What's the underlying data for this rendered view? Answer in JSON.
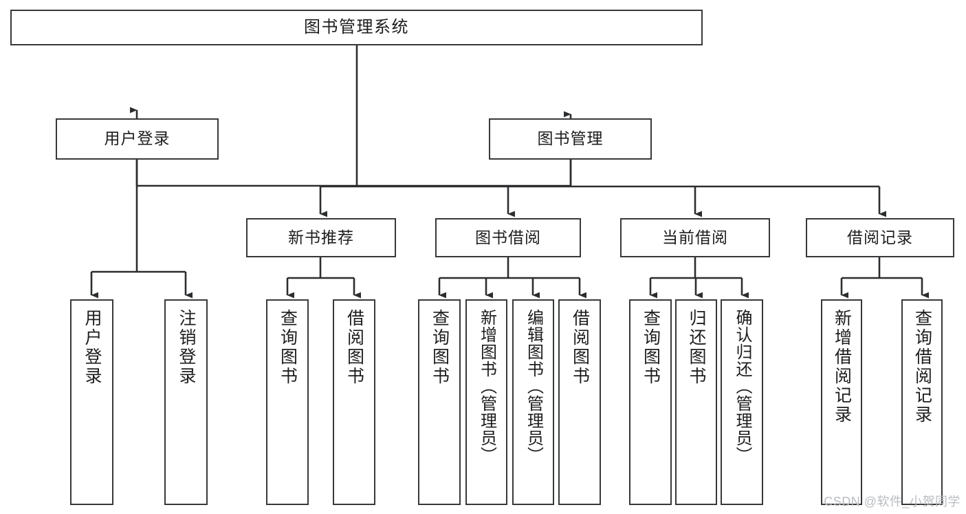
{
  "diagram": {
    "type": "tree-hierarchy-chart",
    "title": "图书管理系统",
    "orientation": "top-down",
    "box_stroke_color": "#36383a",
    "box_fill_color": "#ffffff",
    "edge_color": "#2b2d2f",
    "background_color": "#ffffff"
  },
  "nodes": {
    "root": {
      "label": "图书管理系统",
      "level": 1
    },
    "level2": [
      {
        "id": "user-login",
        "label": "用户登录"
      },
      {
        "id": "book-manage",
        "label": "图书管理"
      }
    ],
    "level3": [
      {
        "id": "new-book-recommend",
        "label": "新书推荐",
        "parent": "book-manage"
      },
      {
        "id": "book-borrow",
        "label": "图书借阅",
        "parent": "book-manage"
      },
      {
        "id": "current-borrow",
        "label": "当前借阅",
        "parent": "book-manage"
      },
      {
        "id": "borrow-record",
        "label": "借阅记录",
        "parent": "book-manage"
      }
    ],
    "leaves": {
      "user-login": [
        {
          "id": "leaf-user-login",
          "label": "用户登录"
        },
        {
          "id": "leaf-user-logout",
          "label": "注销登录"
        }
      ],
      "new-book-recommend": [
        {
          "id": "leaf-query-book-1",
          "label": "查询图书"
        },
        {
          "id": "leaf-borrow-book-1",
          "label": "借阅图书"
        }
      ],
      "book-borrow": [
        {
          "id": "leaf-query-book-2",
          "label": "查询图书"
        },
        {
          "id": "leaf-add-book",
          "label": "新增图书（管理员）"
        },
        {
          "id": "leaf-edit-book",
          "label": "编辑图书（管理员）"
        },
        {
          "id": "leaf-borrow-book-2",
          "label": "借阅图书"
        }
      ],
      "current-borrow": [
        {
          "id": "leaf-query-book-3",
          "label": "查询图书"
        },
        {
          "id": "leaf-return-book",
          "label": "归还图书"
        },
        {
          "id": "leaf-confirm-return",
          "label": "确认归还（管理员）"
        }
      ],
      "borrow-record": [
        {
          "id": "leaf-add-borrow-record",
          "label": "新增借阅记录"
        },
        {
          "id": "leaf-query-borrow-record",
          "label": "查询借阅记录"
        }
      ]
    }
  },
  "watermark": {
    "text": "CSDN @软件_小贺同学"
  }
}
